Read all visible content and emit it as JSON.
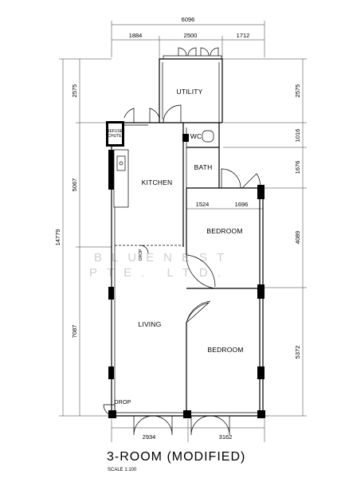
{
  "title": "3-ROOM (MODIFIED)",
  "scale": "SCALE  1:100",
  "watermark": {
    "line1": "BLUENEST",
    "line2": "PTE. LTD."
  },
  "dimensions": {
    "overall_width": "6096",
    "top_segments": [
      "1884",
      "2500",
      "1712"
    ],
    "overall_height": "14779",
    "left_segments": [
      "2575",
      "5067",
      "7087"
    ],
    "right_segments": [
      "2575",
      "1016",
      "1676",
      "4089",
      "5372"
    ],
    "bottom_segments": [
      "2934",
      "3162"
    ],
    "interior": [
      "1524",
      "1696"
    ]
  },
  "rooms": {
    "utility": "UTILITY",
    "kitchen": "KITCHEN",
    "wc": "WC",
    "bath": "BATH",
    "bedroom_1": "BEDROOM",
    "bedroom_2": "BEDROOM",
    "living": "LIVING",
    "drop_1": "DROP",
    "drop_2": "DROP",
    "refuse_chute": [
      "REFUSE",
      "CHUTE"
    ]
  }
}
